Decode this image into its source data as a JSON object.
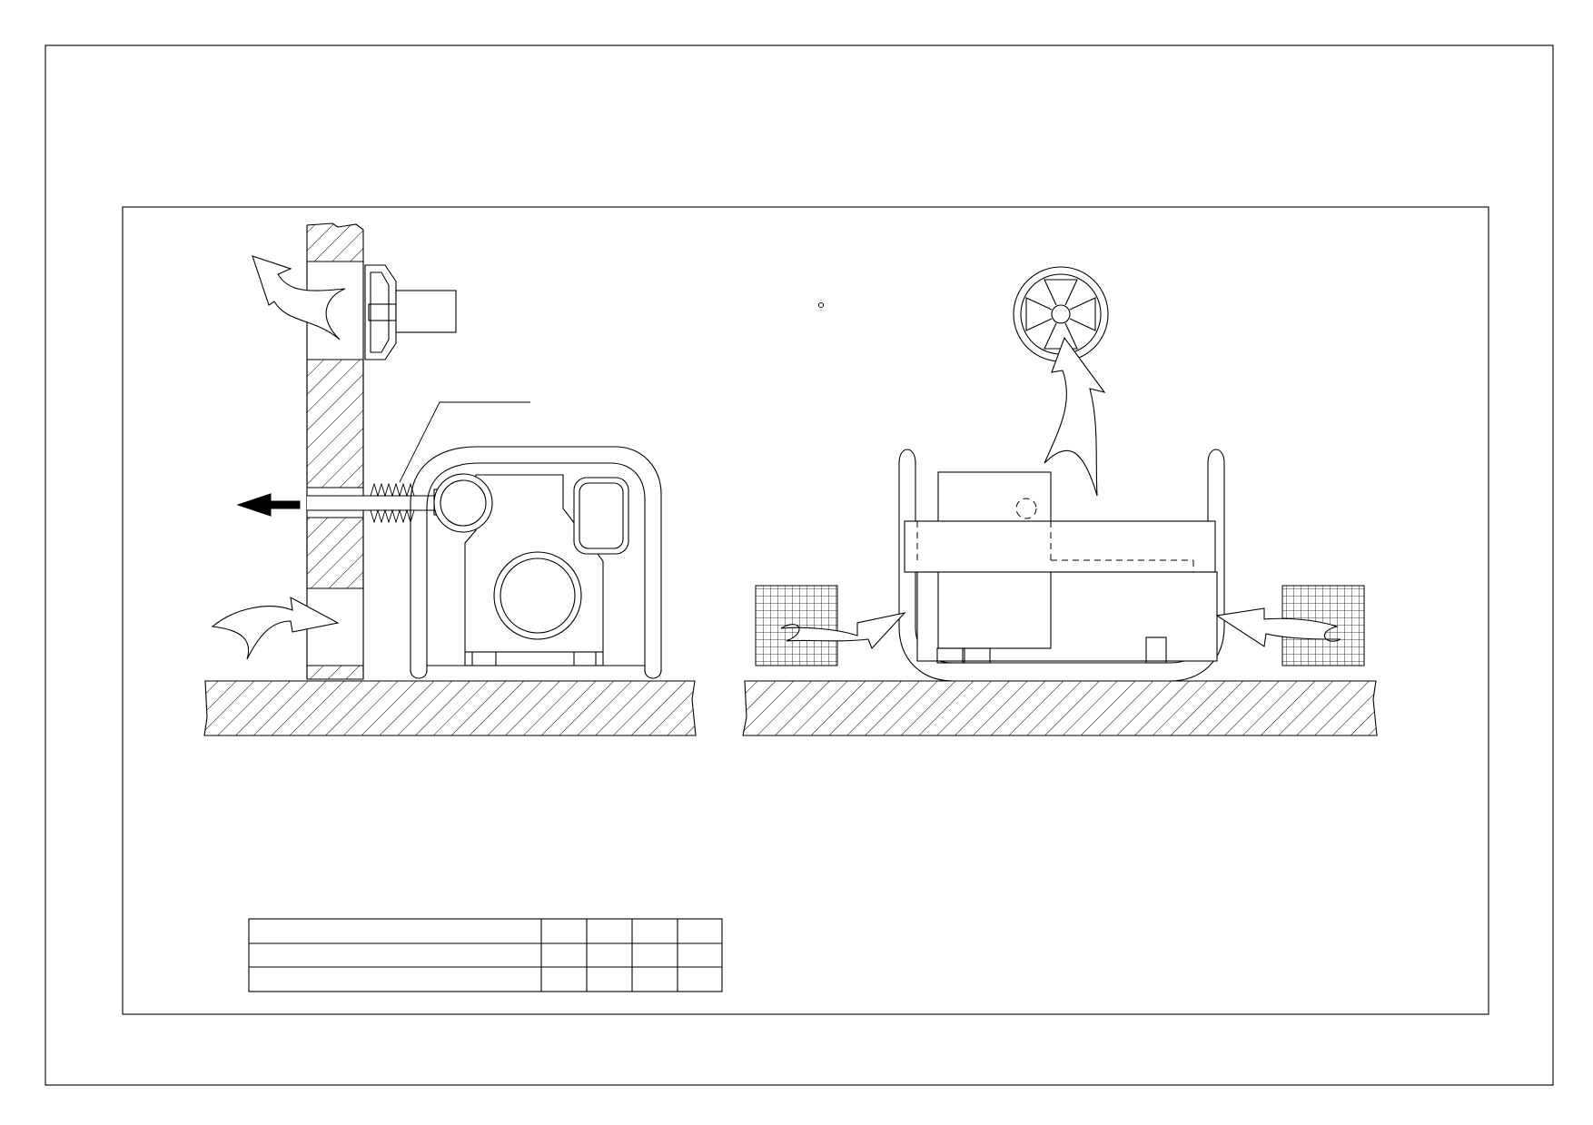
{
  "drawing": {
    "type": "technical-drawing",
    "views": [
      "generator-installation-side-view",
      "generator-installation-front-view"
    ],
    "line_color": "#000000",
    "background": "#ffffff",
    "title_block": {
      "rows": 3,
      "columns": 5,
      "text": []
    }
  }
}
